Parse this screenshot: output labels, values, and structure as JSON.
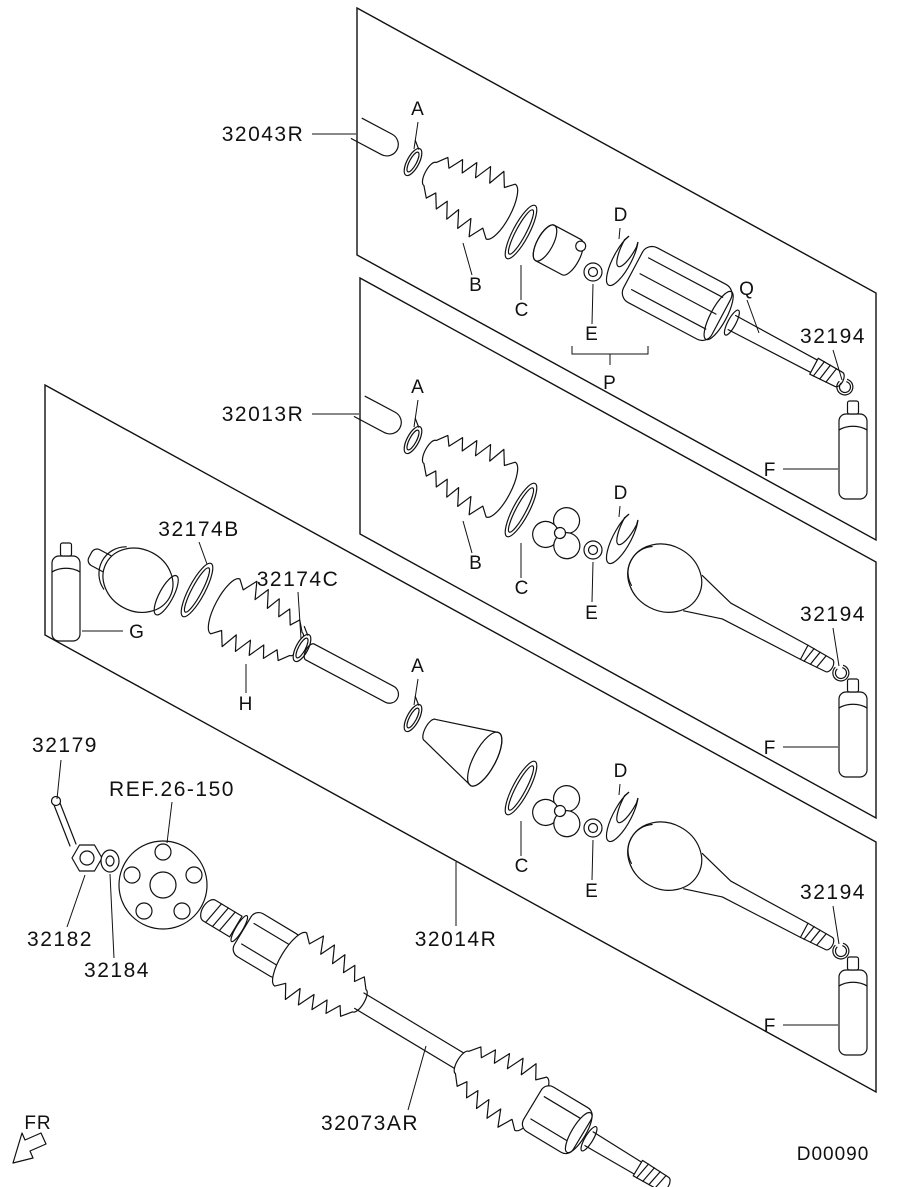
{
  "drawing": {
    "code": "D00090",
    "front_marker": "FR"
  },
  "part_numbers": {
    "n32043R": "32043R",
    "n32013R": "32013R",
    "n32014R": "32014R",
    "n32174B": "32174B",
    "n32174C": "32174C",
    "n32179": "32179",
    "n32182": "32182",
    "n32184": "32184",
    "n32073AR": "32073AR",
    "n32194": "32194",
    "ref_26_150": "REF.26-150"
  },
  "callouts": {
    "A": "A",
    "B": "B",
    "C": "C",
    "D": "D",
    "E": "E",
    "F": "F",
    "G": "G",
    "H": "H",
    "P": "P",
    "Q": "Q"
  }
}
